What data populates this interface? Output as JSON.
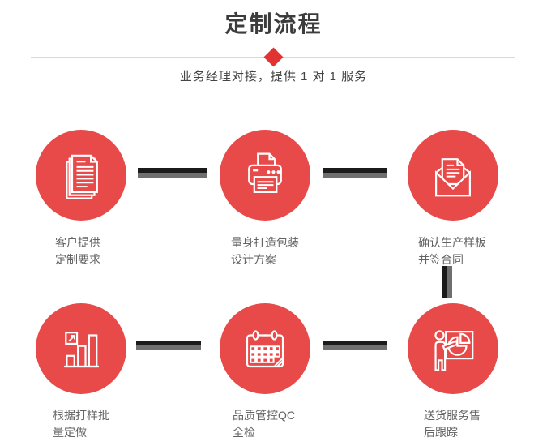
{
  "header": {
    "title": "定制流程",
    "subtitle": "业务经理对接，提供 1 对 1 服务"
  },
  "colors": {
    "accent_red": "#e84949",
    "diamond_red": "#e23333",
    "connector_dark": "#1b1b1b",
    "connector_gray": "#6f6f6f",
    "divider_gray": "#d9d9d9",
    "title_text": "#3c3c3c",
    "subtitle_text": "#454545",
    "label_text": "#636363",
    "icon_stroke": "#ffffff",
    "page_bg": "#ffffff"
  },
  "steps": [
    {
      "icon": "documents-icon",
      "label_line1": "客户提供",
      "label_line2": "定制要求"
    },
    {
      "icon": "printer-icon",
      "label_line1": "量身打造包装",
      "label_line2": "设计方案"
    },
    {
      "icon": "envelope-icon",
      "label_line1": "确认生产样板",
      "label_line2": "并签合同"
    },
    {
      "icon": "bar-chart-icon",
      "label_line1": "根据打样批",
      "label_line2": "量定做"
    },
    {
      "icon": "calendar-icon",
      "label_line1": "品质管控QC",
      "label_line2": "全检"
    },
    {
      "icon": "presentation-icon",
      "label_line1": "送货服务售",
      "label_line2": "后跟踪"
    }
  ]
}
